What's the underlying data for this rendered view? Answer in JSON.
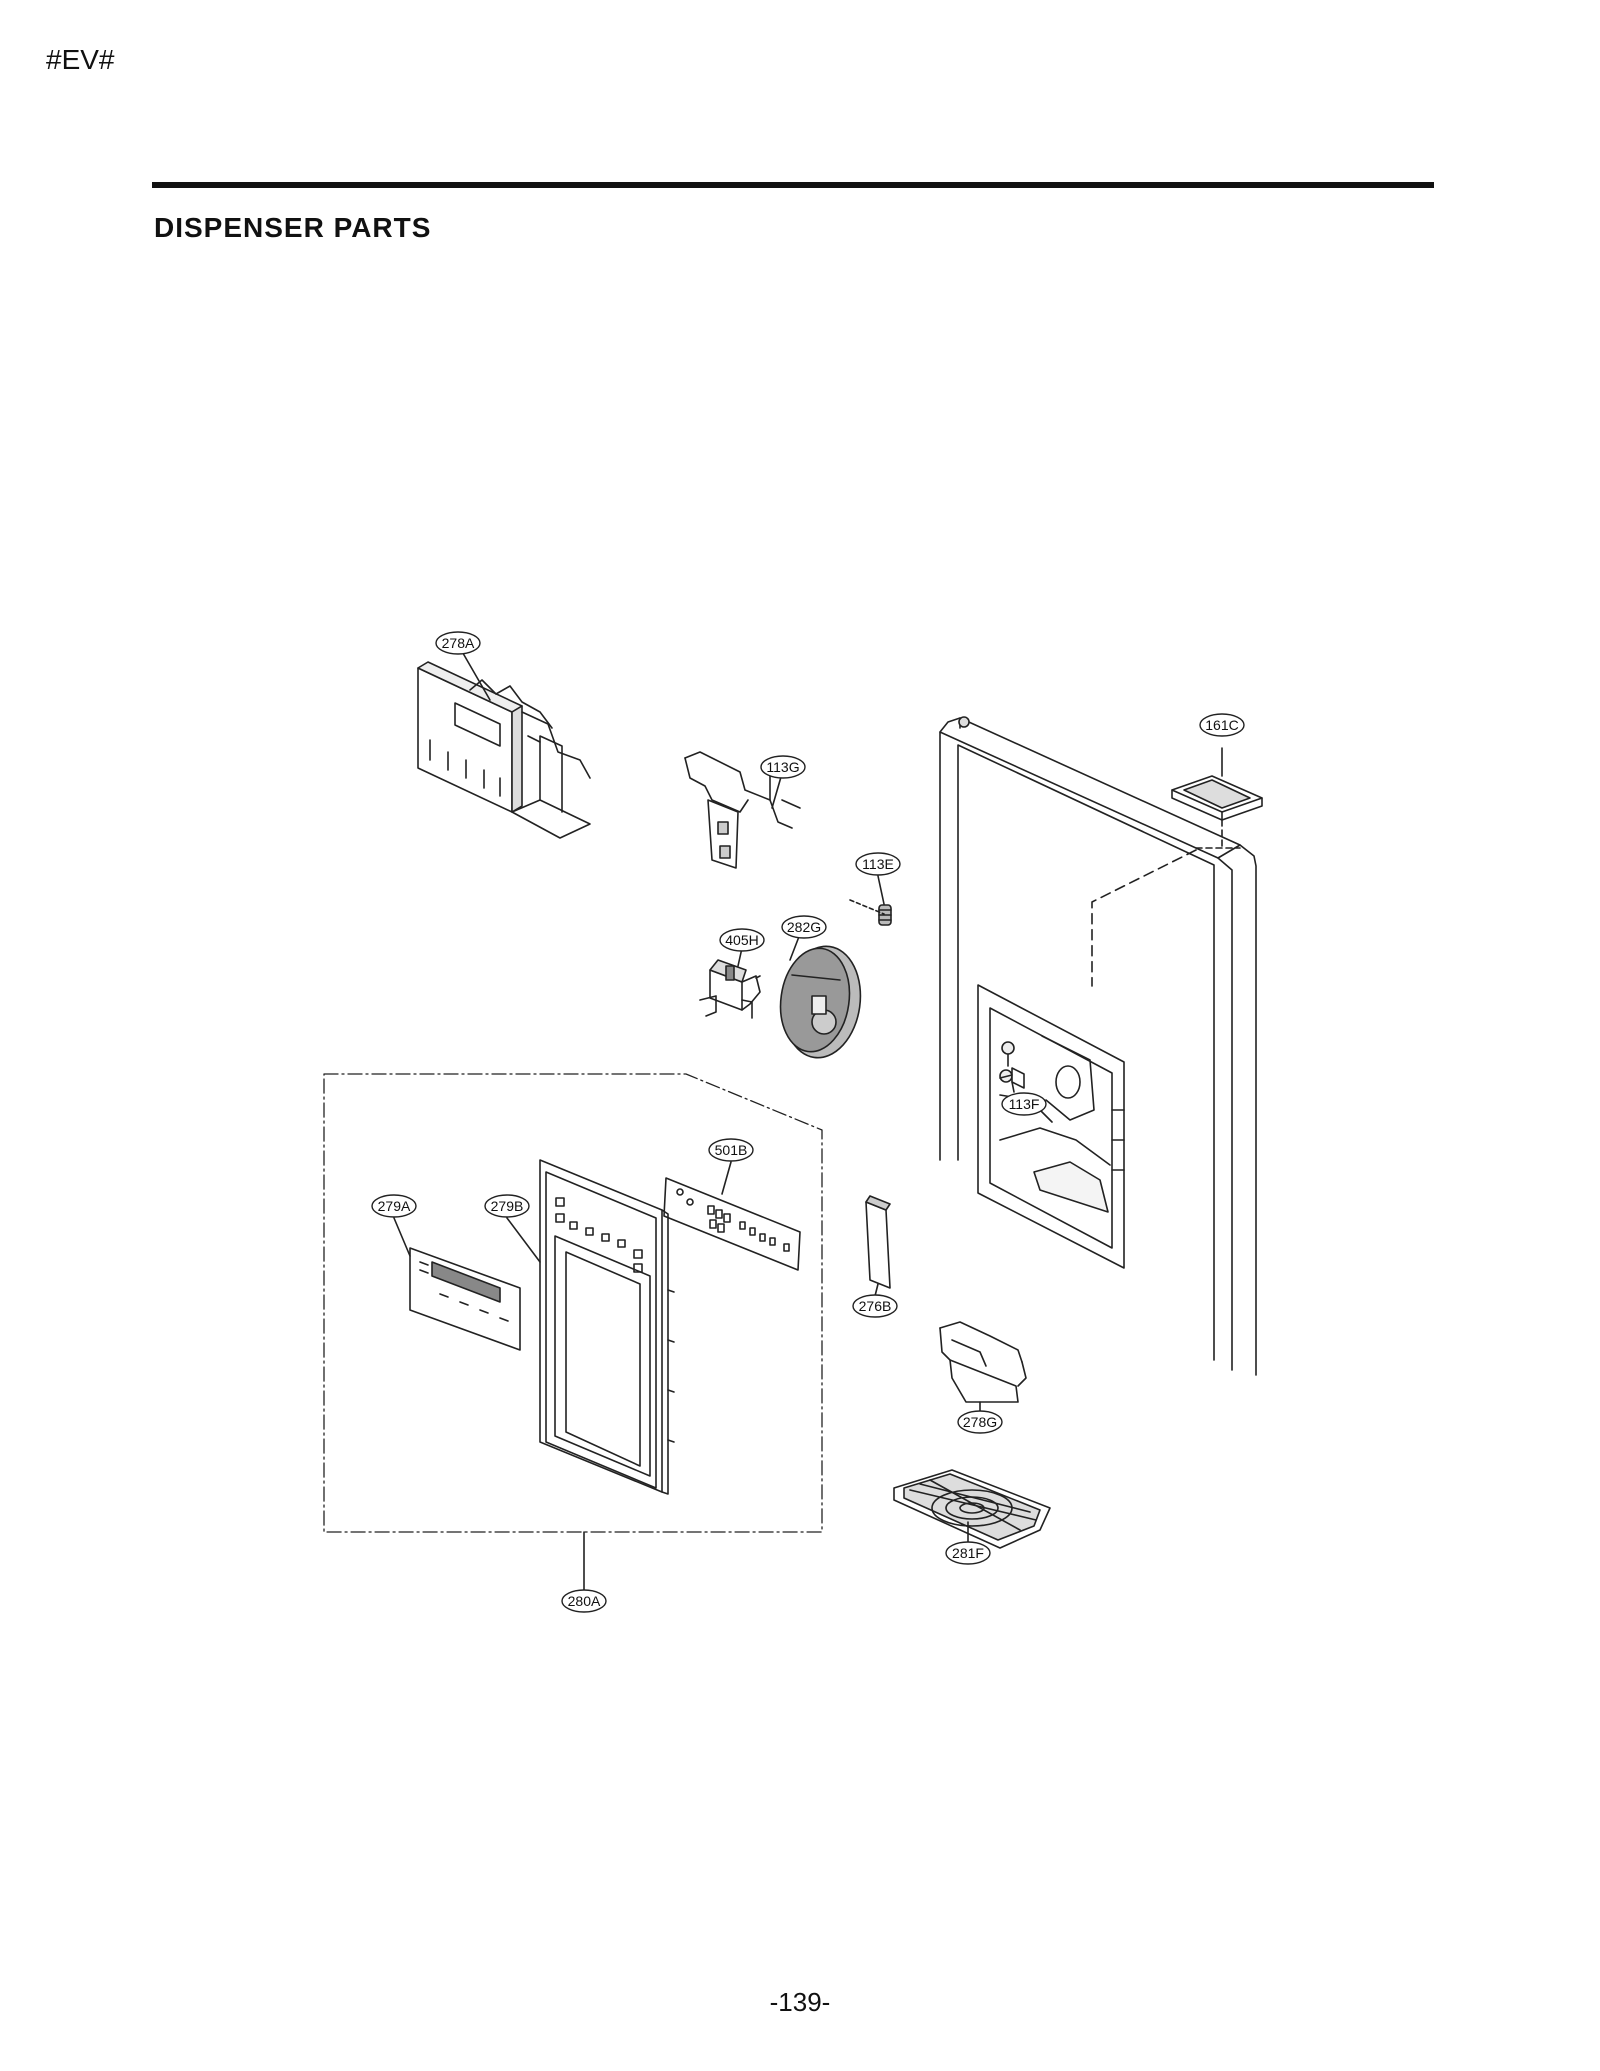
{
  "page": {
    "code": "#EV#",
    "section_title": "DISPENSER  PARTS",
    "page_number": "-139-"
  },
  "diagram": {
    "callouts": {
      "c278A": "278A",
      "c113G": "113G",
      "c161C": "161C",
      "c113E": "113E",
      "c282G": "282G",
      "c405H": "405H",
      "c113F": "113F",
      "c501B": "501B",
      "c279A": "279A",
      "c279B": "279B",
      "c276B": "276B",
      "c278G": "278G",
      "c281F": "281F",
      "c280A": "280A"
    }
  }
}
